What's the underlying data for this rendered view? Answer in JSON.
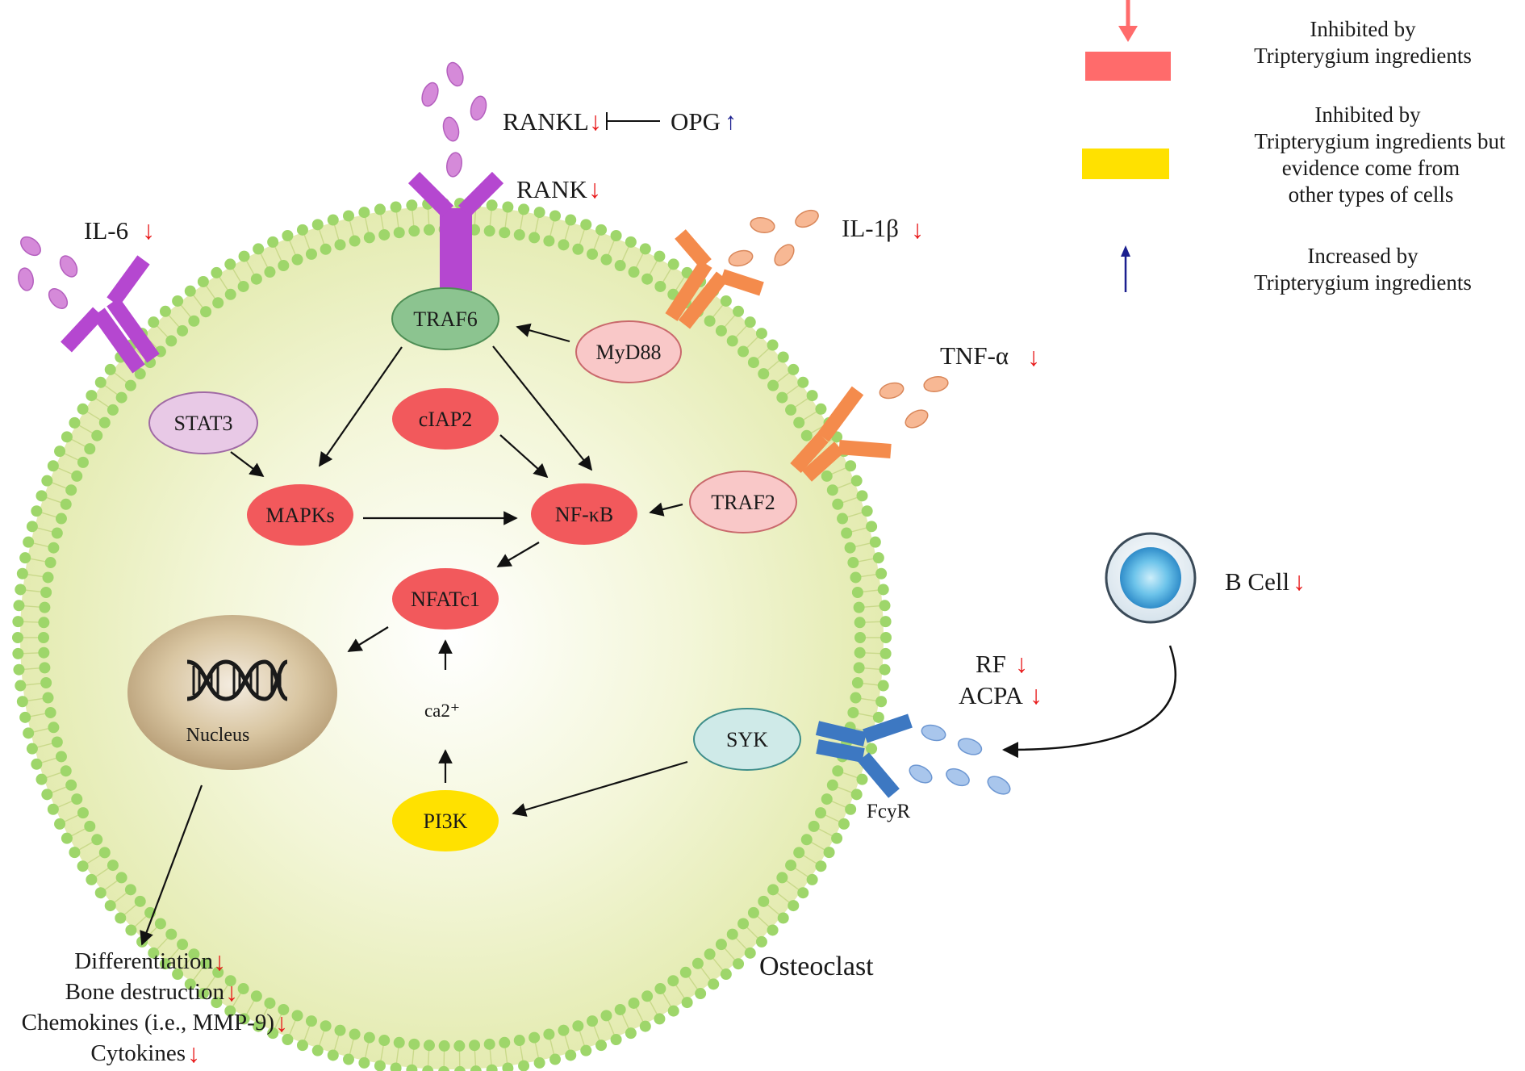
{
  "colors": {
    "inhibited": "#ff6b6b",
    "inhibited_other_cells": "#ffe100",
    "increased": "#1b1f8f",
    "node_red": "#f2595c",
    "node_pink": "#f9c8c8",
    "node_green": "#8cc490",
    "node_lilac": "#e8c9e6",
    "node_teal": "#cfeae8",
    "receptor_purple": "#b547d0",
    "receptor_orange": "#f48b4c",
    "receptor_blue": "#3d78c2",
    "membrane": "#9ed66a",
    "cell_fill": "#eef3c8"
  },
  "legend": {
    "inhibited_label": [
      "Inhibited by",
      "Tripterygium ingredients"
    ],
    "other_cells_label": [
      "Inhibited by",
      "Tripterygium ingredients but",
      "evidence come from",
      "other types of cells"
    ],
    "increased_label": [
      "Increased by",
      "Tripterygium ingredients"
    ]
  },
  "ligands": {
    "rankl": "RANKL",
    "opg": "OPG",
    "rank": "RANK",
    "il6": "IL-6",
    "il1b": "IL-1β",
    "tnfa": "TNF-α",
    "fcyr": "FcyR",
    "rf": "RF",
    "acpa": "ACPA",
    "bcell": "B Cell"
  },
  "nodes": {
    "traf6": "TRAF6",
    "myd88": "MyD88",
    "stat3": "STAT3",
    "ciap2": "cIAP2",
    "mapks": "MAPKs",
    "nfkb": "NF-κB",
    "traf2": "TRAF2",
    "nfatc1": "NFATc1",
    "nucleus": "Nucleus",
    "ca2": "ca2⁺",
    "syk": "SYK",
    "pi3k": "PI3K"
  },
  "cell_label": "Osteoclast",
  "outcomes": [
    "Differentiation",
    "Bone destruction",
    "Chemokines (i.e., MMP-9)",
    "Cytokines"
  ],
  "arrow_glyphs": {
    "down": "↓",
    "up": "↑"
  }
}
